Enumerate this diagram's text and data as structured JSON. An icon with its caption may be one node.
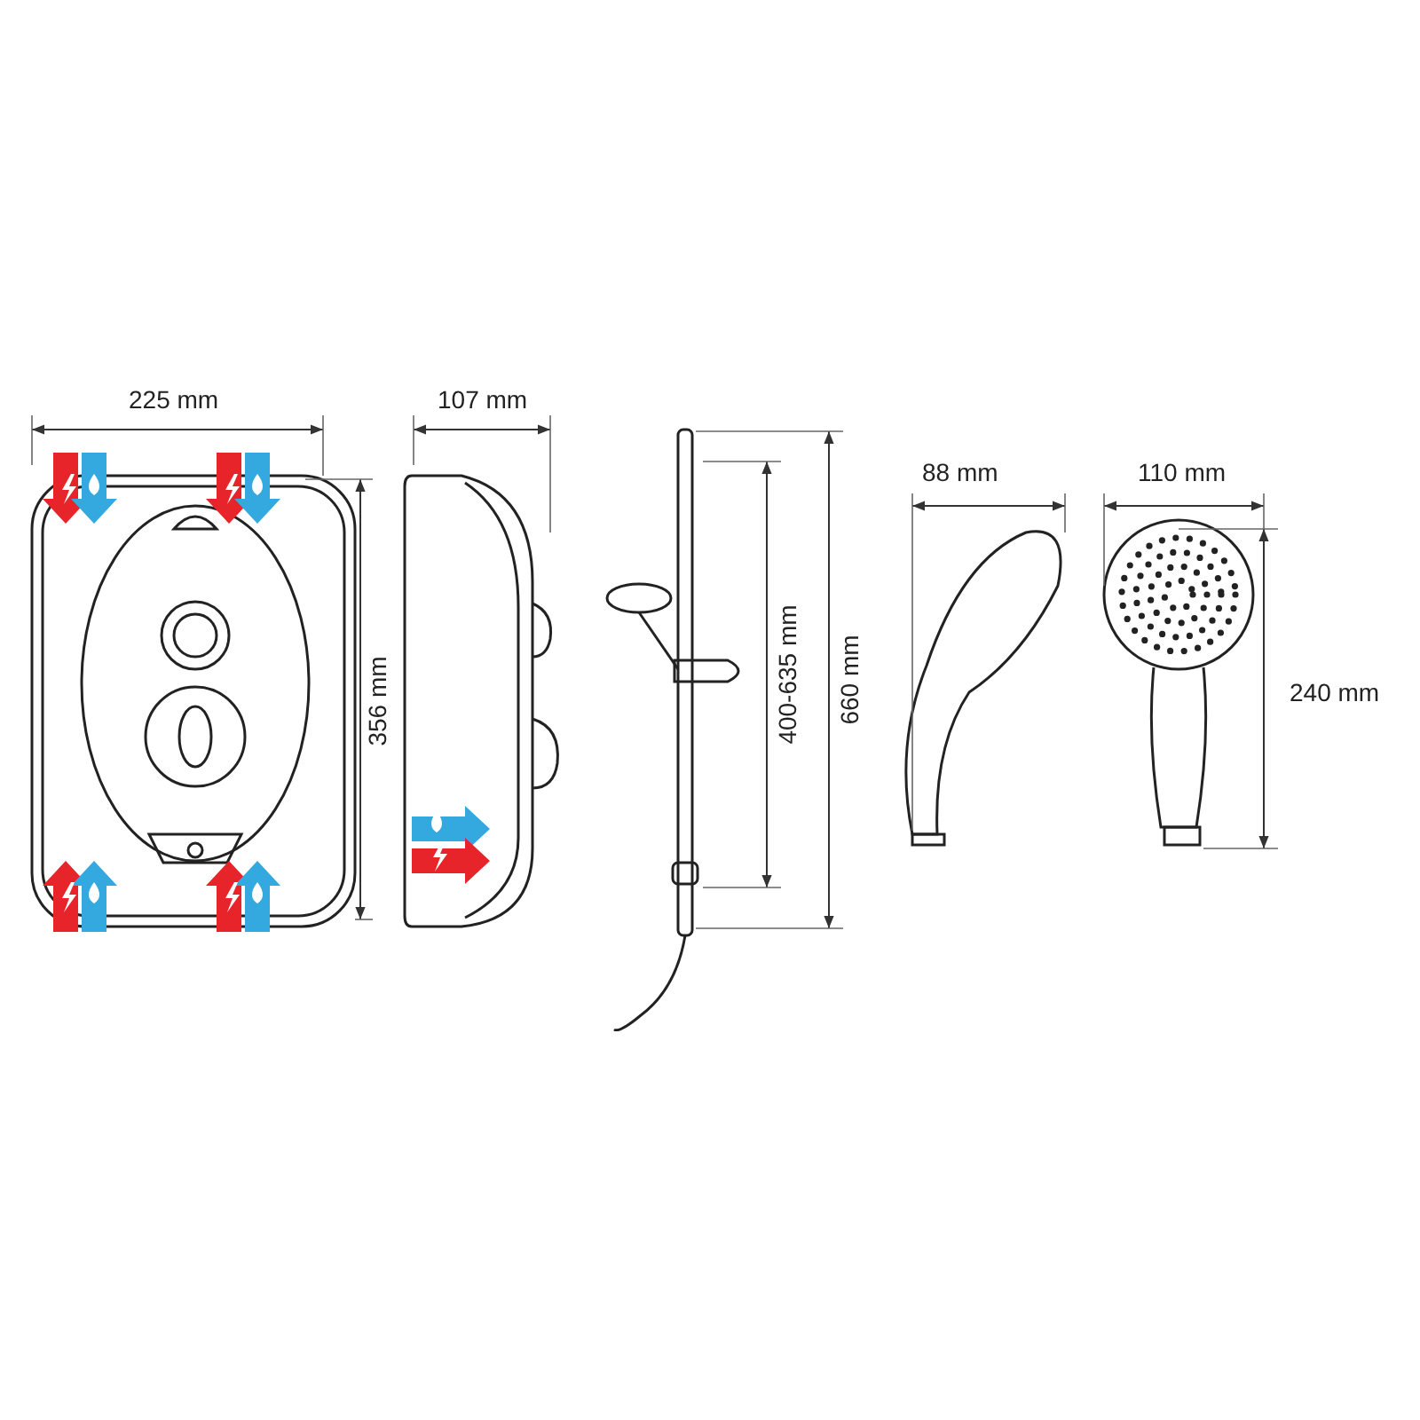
{
  "diagram": {
    "labels": [
      "225 mm",
      "107 mm",
      "356 mm",
      "400-635 mm",
      "660 mm",
      "88 mm",
      "110 mm",
      "240 mm"
    ]
  }
}
